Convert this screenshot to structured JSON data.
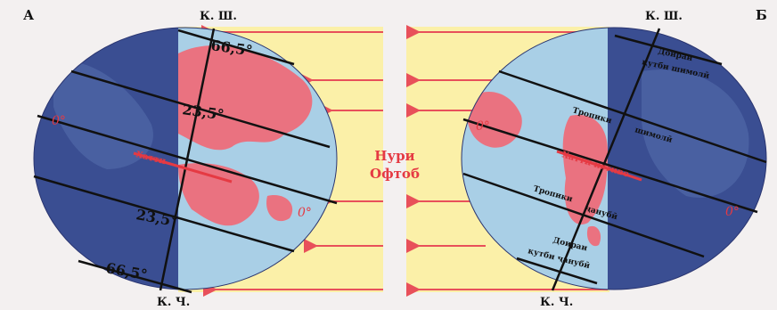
{
  "panel_a": {
    "panel_label": "А",
    "north_pole": "К. Ш.",
    "south_pole": "К. Ч.",
    "lat_arctic": "66,5°",
    "lat_tropic_n": "23,5°",
    "lat_equator": "0°",
    "lat_equator_left": "0°",
    "lat_tropic_s": "23,5°",
    "lat_antarctic": "66,5°",
    "equator_word": "Хатти"
  },
  "panel_b": {
    "panel_label": "Б",
    "north_pole": "К. Ш.",
    "south_pole": "К. Ч.",
    "arctic_circle_line1": "Доираи",
    "arctic_circle_line2": "қутби шимолӣ",
    "tropic_north_line1": "Тропики",
    "tropic_north_line2": "шимолӣ",
    "equator_label": "Хатти истиво",
    "tropic_south_line1": "Тропики",
    "tropic_south_line2": "ҷанубӣ",
    "antarctic_circle_line1": "Доираи",
    "antarctic_circle_line2": "қутби ҷанубӣ",
    "lat_equator": "0°",
    "lat_equator_left": "0°"
  },
  "sun": {
    "line1": "Нури",
    "line2": "Офтоб"
  },
  "colors": {
    "sunlight_band": "#fbf0a8",
    "day_ocean": "#a9cfe6",
    "night_ocean": "#3a4e92",
    "land": "#ea7280",
    "sun_text": "#e53a43",
    "ray": "#e8505a"
  }
}
